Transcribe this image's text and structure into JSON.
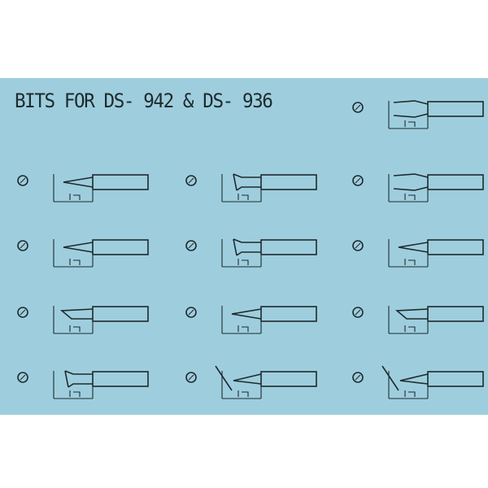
{
  "title": "BITS FOR DS- 942 & DS- 936",
  "bits": [
    {
      "code": "",
      "style": "chisel"
    },
    {
      "code": "",
      "style": "cone"
    },
    {
      "code": "",
      "style": "hook"
    },
    {
      "code": "",
      "style": "chisel"
    },
    {
      "code": "",
      "style": "cone"
    },
    {
      "code": "",
      "style": "hook"
    },
    {
      "code": "",
      "style": "cone"
    },
    {
      "code": "",
      "style": "bevel"
    },
    {
      "code": "",
      "style": "cone"
    },
    {
      "code": "",
      "style": "bevel"
    },
    {
      "code": "",
      "style": "hook"
    },
    {
      "code": "",
      "style": "knife"
    },
    {
      "code": "",
      "style": "knife"
    }
  ],
  "colors": {
    "sheet": "#9ecedd",
    "ink": "#1e2a2e"
  }
}
